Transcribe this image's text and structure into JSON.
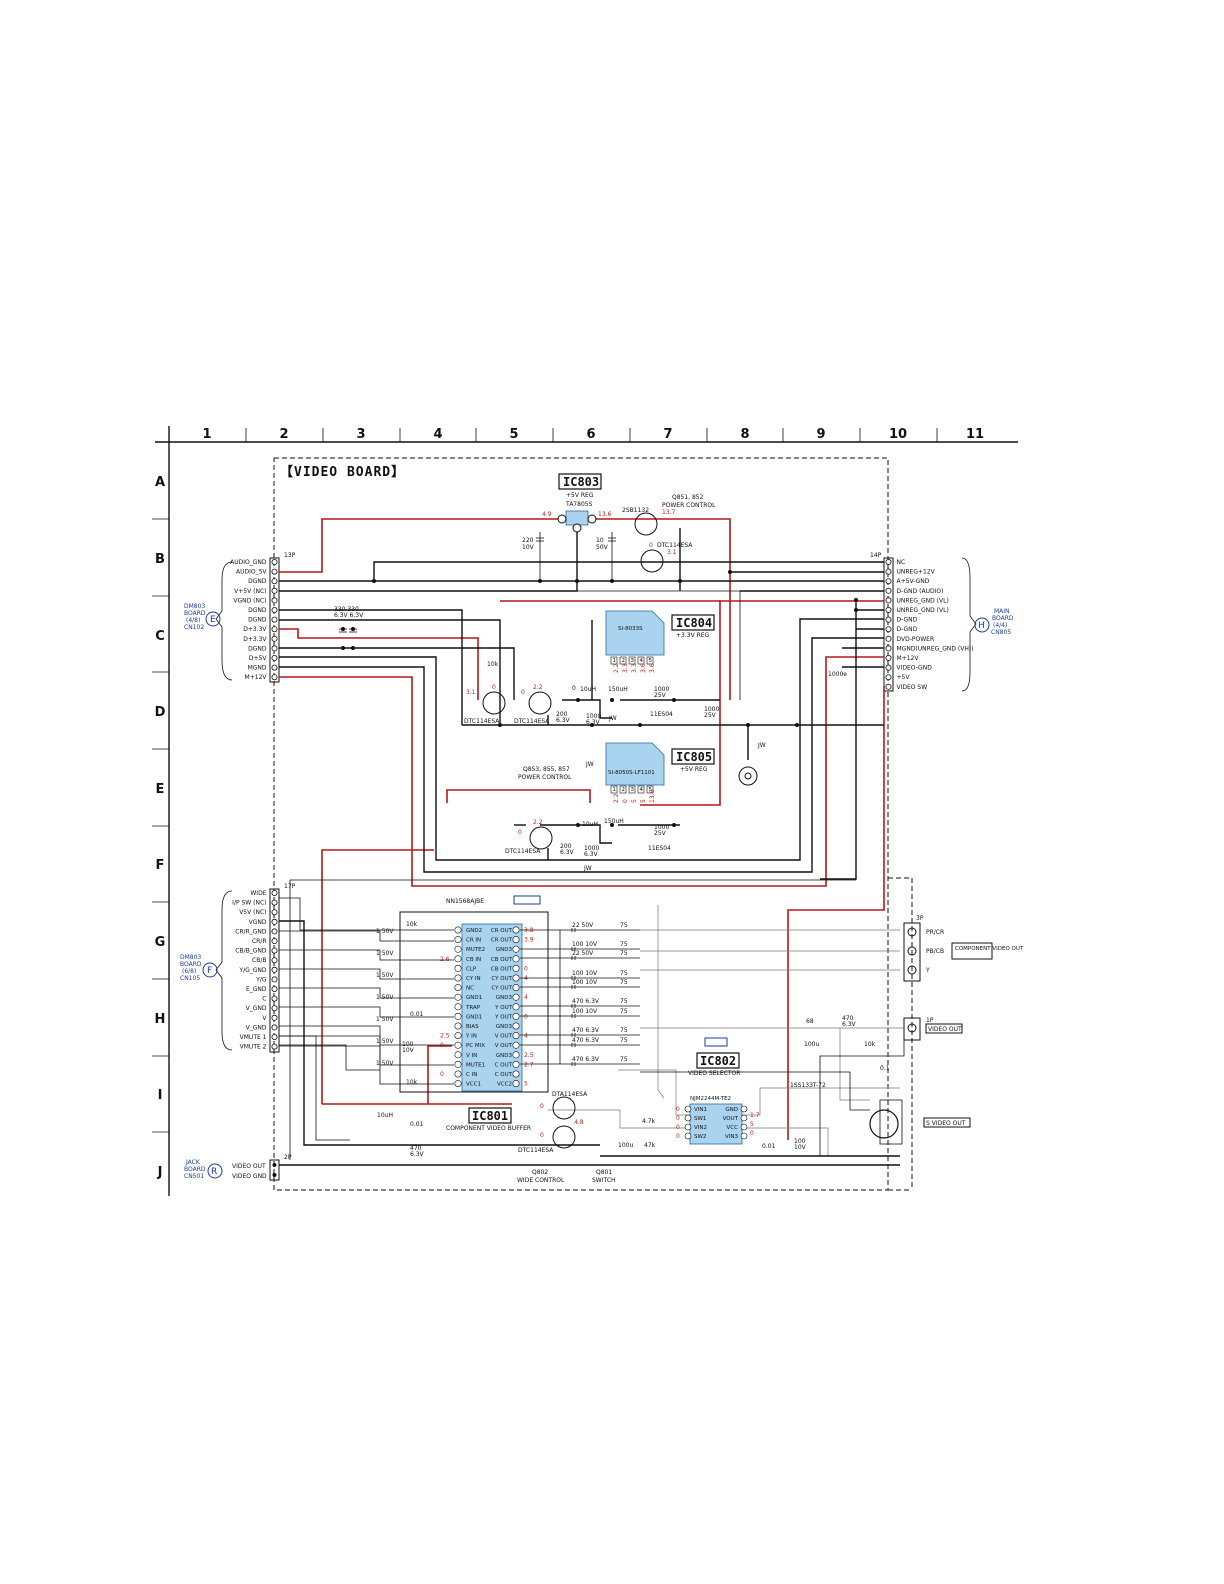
{
  "grid": {
    "columns": [
      "1",
      "2",
      "3",
      "4",
      "5",
      "6",
      "7",
      "8",
      "9",
      "10",
      "11"
    ],
    "rows": [
      "A",
      "B",
      "C",
      "D",
      "E",
      "F",
      "G",
      "H",
      "I",
      "J"
    ]
  },
  "board_title": "【VIDEO BOARD】",
  "ics": {
    "ic803": {
      "label": "IC803",
      "desc": "+5V REG",
      "part": "TA7805S"
    },
    "ic804": {
      "label": "IC804",
      "desc": "+3.3V REG",
      "part": "SI-8033S"
    },
    "ic805": {
      "label": "IC805",
      "desc": "+5V REG",
      "part": "SI-8050S-LF1101"
    },
    "ic801": {
      "label": "IC801",
      "desc": "COMPONENT VIDEO BUFFER",
      "part": "NN1568AJBE"
    },
    "ic802": {
      "label": "IC802",
      "desc": "VIDEO SELECTOR",
      "part": "NJM2244M-TE2"
    }
  },
  "transistors": {
    "q851_label": "Q851, 852",
    "q851_desc": "POWER CONTROL",
    "q851_part": "2SB1132",
    "q852_part": "DTC114ESA",
    "q853_label": "Q853, 855, 857",
    "q853_desc": "POWER CONTROL",
    "q853_part": "DTC114ESA",
    "q855_part": "DTC114ESA",
    "q857_part": "DTC114ESA",
    "q802_label": "Q802",
    "q802_desc": "WIDE CONTROL",
    "q801_label": "Q801",
    "q801_desc": "SWITCH",
    "q802_part": "DTA114ESA",
    "q801_part": "DTC114ESA",
    "diode_1": "11ES04",
    "diode_2": "11ES04",
    "diode_3": "1SS133T-72"
  },
  "connectors": {
    "left_e": {
      "header": "13P",
      "board_label": [
        "DM803",
        "BOARD",
        "(4/8)",
        "CN102"
      ],
      "marker": "E",
      "pins": [
        "AUDIO_GND",
        "AUDIO_5V",
        "DGND",
        "V+5V (NC)",
        "VGND (NC)",
        "DGND",
        "DGND",
        "D+3.3V",
        "D+3.3V",
        "DGND",
        "D+5V",
        "MGND",
        "M+12V"
      ]
    },
    "right_h": {
      "header": "14P",
      "board_label": [
        "MAIN",
        "BOARD",
        "(4/4)",
        "CN805"
      ],
      "marker": "H",
      "pins": [
        "NC",
        "UNREG+12V",
        "A+5V-GND",
        "D-GND (AUDIO)",
        "UNREG_GND (VL)",
        "UNREG_GND (VL)",
        "D-GND",
        "D-GND",
        "DVD-POWER",
        "MGND(UNREG_GND (VH))",
        "M+12V",
        "VIDEO-GND",
        "+5V",
        "VIDEO SW"
      ]
    },
    "left_f": {
      "header": "17P",
      "board_label": [
        "DM803",
        "BOARD",
        "(6/8)",
        "CN105"
      ],
      "marker": "F",
      "pins": [
        "WIDE",
        "I/P SW (NC)",
        "V5V (NC)",
        "VGND",
        "CR/R_GND",
        "CR/R",
        "CB/B_GND",
        "CB/B",
        "Y/G_GND",
        "Y/G",
        "E_GND",
        "C",
        "V_GND",
        "V",
        "V_GND",
        "VMUTE 1",
        "VMUTE 2"
      ]
    },
    "left_r": {
      "header": "2P",
      "board_label": [
        "JACK",
        "BOARD",
        "CN501"
      ],
      "marker": "R",
      "pins": [
        "VIDEO OUT",
        "VIDEO GND"
      ]
    },
    "out_component": {
      "header": "3P",
      "label": "COMPONENT VIDEO OUT",
      "pins": [
        "PR/CR",
        "PB/CB",
        "Y"
      ]
    },
    "out_video": {
      "header": "1P",
      "label": "VIDEO OUT"
    },
    "out_svideo": {
      "label": "S VIDEO OUT"
    }
  },
  "ic801_pins_left": [
    "GND2",
    "CR IN",
    "MUTE2",
    "CB IN",
    "CLP",
    "CY IN",
    "NC",
    "GND1",
    "TRAP",
    "GND1",
    "BIAS",
    "Y IN",
    "PC MIX",
    "V IN",
    "MUTE1",
    "C IN",
    "VCC1"
  ],
  "ic801_pins_right": [
    "CR OUT",
    "CR OUT",
    "GND3",
    "CB OUT",
    "CB OUT",
    "CY OUT",
    "CY OUT",
    "GND3",
    "Y OUT",
    "Y OUT",
    "GND3",
    "V OUT",
    "V OUT",
    "GND3",
    "C OUT",
    "C OUT",
    "VCC2"
  ],
  "ic802_pins_left": [
    "VIN1",
    "SW1",
    "VIN2",
    "SW2"
  ],
  "ic802_pins_right": [
    "GND",
    "VOUT",
    "VCC",
    "VIN3"
  ],
  "voltages": {
    "ic803_in": "4.9",
    "ic803_out": "13.6",
    "q851_v": "13.7",
    "q852_b": "0",
    "q852_c": "3.1",
    "q857_v1": "3.1",
    "q857_v2": "0",
    "q855_v1": "0",
    "q855_v2": "2.2",
    "q853_v1": "0",
    "q853_v2": "2.2",
    "ic804_pins": [
      "2.2",
      "3.3",
      "3.3",
      "3.6",
      "3.6"
    ],
    "ic805_pins": [
      "2.2",
      "0",
      "5",
      "5",
      "13.6"
    ],
    "ic801_right": [
      "3.8",
      "3.9",
      "0",
      "4",
      "4",
      "0",
      "4",
      "2.5",
      "2.7",
      "5"
    ],
    "ic801_left": [
      "2.6",
      "2.5",
      "0",
      "0"
    ],
    "ic802_left": [
      "0",
      "0",
      "0",
      "0"
    ],
    "ic802_right": [
      "1.7",
      "5",
      "0"
    ],
    "q801_v": "4.8",
    "q801_b": "0",
    "q802_b": "0"
  },
  "components": {
    "c_220": "220\n10V",
    "c_10_50": "10\n50V",
    "c_330": "330  330\n6.3V 6.3V",
    "r_10k": "10k",
    "c_1000_25": "1000\n25V",
    "c_1000_25b": "1000\n25V",
    "l_10uh": "10uH",
    "l_150uh": "150uH",
    "c_200": "200\n6.3V",
    "c_1000e": "1000e",
    "jw": "JW",
    "r_75": "75",
    "c_22_50": "22 50V",
    "c_100_10": "100 10V",
    "c_470_63": "470 6.3V",
    "r_68": "68",
    "c_470_63b": "470\n6.3V",
    "c_100u": "100u",
    "r_10k_b": "10k",
    "c_0_1": "0.1",
    "c_0_01": "0.01",
    "c_1_50": "1 50V",
    "c_100_10v": "100\n10V",
    "r_47k": "4.7k",
    "c_0_01b": "0.01",
    "c_100_10c": "100\n10V",
    "l_10uh_b": "10uH",
    "pwr_5v_reg": "+5V REG"
  },
  "colors": {
    "wire": "#111111",
    "supply_wire": "#b3191a",
    "ic_fill": "#a9d3ef",
    "board_label": "#1a3c9c",
    "voltage": "#c0261e"
  }
}
